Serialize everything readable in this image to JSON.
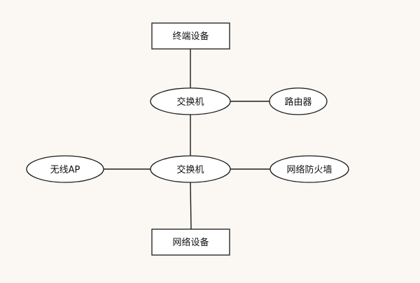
{
  "diagram": {
    "nodes": [
      {
        "id": "terminal",
        "label": "终端设备"
      },
      {
        "id": "switch_top",
        "label": "交换机"
      },
      {
        "id": "router",
        "label": "路由器"
      },
      {
        "id": "wireless_ap",
        "label": "无线AP"
      },
      {
        "id": "switch_center",
        "label": "交换机"
      },
      {
        "id": "firewall",
        "label": "网络防火墙"
      },
      {
        "id": "network_device",
        "label": "网络设备"
      }
    ],
    "edges": [
      {
        "from": "terminal",
        "to": "switch_top"
      },
      {
        "from": "switch_top",
        "to": "router"
      },
      {
        "from": "switch_top",
        "to": "switch_center"
      },
      {
        "from": "wireless_ap",
        "to": "switch_center"
      },
      {
        "from": "switch_center",
        "to": "firewall"
      },
      {
        "from": "switch_center",
        "to": "network_device"
      }
    ]
  }
}
